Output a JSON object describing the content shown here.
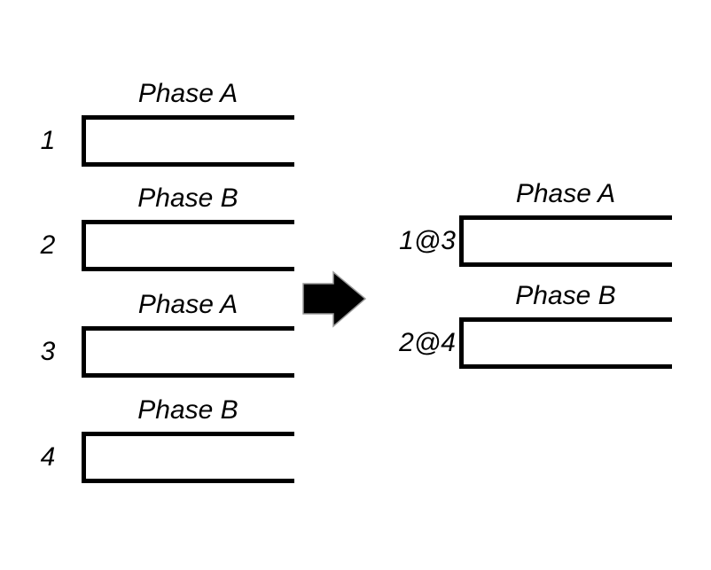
{
  "diagram": {
    "description_colors": {
      "stroke": "#000000",
      "background": "#ffffff",
      "arrow_fill": "#000000",
      "arrow_outline": "#999999"
    },
    "left_items": [
      {
        "id": "1",
        "phase": "Phase A"
      },
      {
        "id": "2",
        "phase": "Phase B"
      },
      {
        "id": "3",
        "phase": "Phase A"
      },
      {
        "id": "4",
        "phase": "Phase B"
      }
    ],
    "right_items": [
      {
        "id": "1@3",
        "phase": "Phase A"
      },
      {
        "id": "2@4",
        "phase": "Phase B"
      }
    ],
    "arrow_icon": "right-arrow"
  }
}
